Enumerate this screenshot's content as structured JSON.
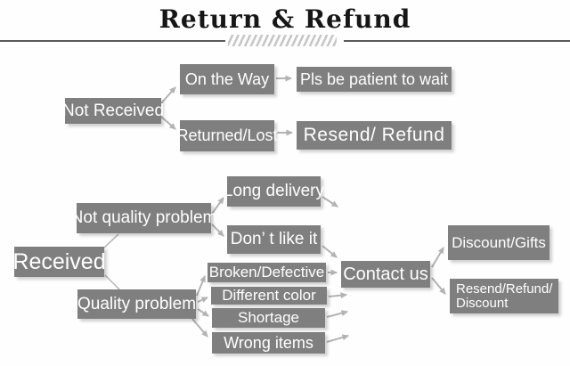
{
  "title": "Return & Refund",
  "colors": {
    "box_background": "#7f7f7f",
    "box_text": "#ffffff",
    "arrow": "#b3b3b3",
    "title_text": "#161616",
    "divider_line": "#5a5a5a",
    "hatch_marks": "#c6c6c6"
  },
  "flow": {
    "not_received": {
      "label": "Not Received"
    },
    "on_the_way": {
      "label": "On the Way"
    },
    "pls_wait": {
      "label": "Pls be patient to wait"
    },
    "returned_lost": {
      "label": "Returned/Lost"
    },
    "resend_refund": {
      "label": "Resend/ Refund"
    },
    "received": {
      "label": "Received"
    },
    "not_quality_problem": {
      "label": "Not quality problem"
    },
    "long_delivery": {
      "label": "Long delivery"
    },
    "dont_like_it": {
      "label": "Don’ t like it"
    },
    "quality_problem": {
      "label": "Quality problem"
    },
    "broken_defective": {
      "label": "Broken/Defective"
    },
    "different_color": {
      "label": "Different color"
    },
    "shortage": {
      "label": "Shortage"
    },
    "wrong_items": {
      "label": "Wrong items"
    },
    "contact_us": {
      "label": "Contact us"
    },
    "discount_gifts": {
      "label": "Discount/Gifts"
    },
    "resend_refund_discount": {
      "line1": "Resend/Refund/",
      "line2": "Discount"
    }
  }
}
